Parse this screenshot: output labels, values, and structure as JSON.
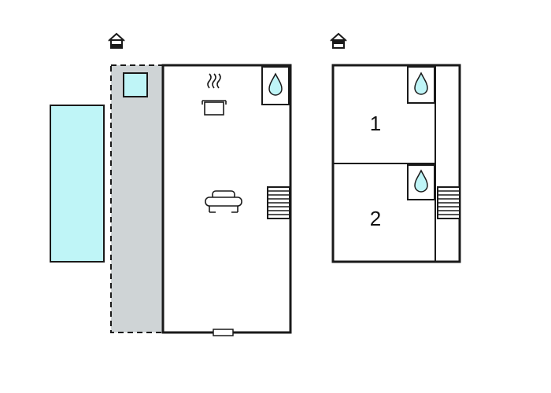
{
  "floor_plan": {
    "levels": [
      {
        "id": "ground-floor",
        "level_icon": "house-ground-floor-icon",
        "features": [
          "pool",
          "terrace",
          "kitchen",
          "living-room",
          "bathroom",
          "stairs",
          "entrance-door"
        ]
      },
      {
        "id": "upper-floor",
        "level_icon": "house-upper-floor-icon",
        "rooms": [
          {
            "label": "1",
            "features": [
              "bathroom"
            ]
          },
          {
            "label": "2",
            "features": [
              "bathroom"
            ]
          }
        ],
        "features": [
          "stairs"
        ]
      }
    ],
    "colors": {
      "pool": "#bff5f7",
      "terrace": "#cfd4d6",
      "wall": "#1a1a1a",
      "background": "#ffffff",
      "water_drop": "#bff5f7"
    }
  }
}
